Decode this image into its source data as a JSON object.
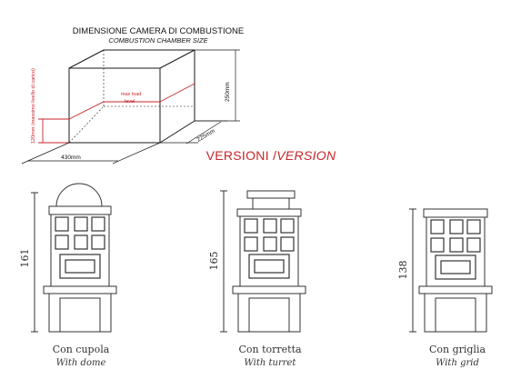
{
  "combustion": {
    "title": "DIMENSIONE CAMERA DI COMBUSTIONE",
    "subtitle": "COMBUSTION CHAMBER SIZE",
    "width": "430mm",
    "depth": "225mm",
    "height": "250mm",
    "max_load_side": "120mm (massimo livello di carico)",
    "max_load_line1": "max load",
    "max_load_line2": "level"
  },
  "versions": {
    "title_it": "VERSIONI",
    "title_sep": " /",
    "title_en": "VERSION",
    "items": [
      {
        "height": "161",
        "caption_it": "Con cupola",
        "caption_en": "With dome"
      },
      {
        "height": "165",
        "caption_it": "Con torretta",
        "caption_en": "With turret"
      },
      {
        "height": "138",
        "caption_it": "Con griglia",
        "caption_en": "With grid"
      }
    ]
  },
  "colors": {
    "accent_red": "#c8262a",
    "line": "#1a1a1a",
    "stroke_gray": "#333333"
  }
}
